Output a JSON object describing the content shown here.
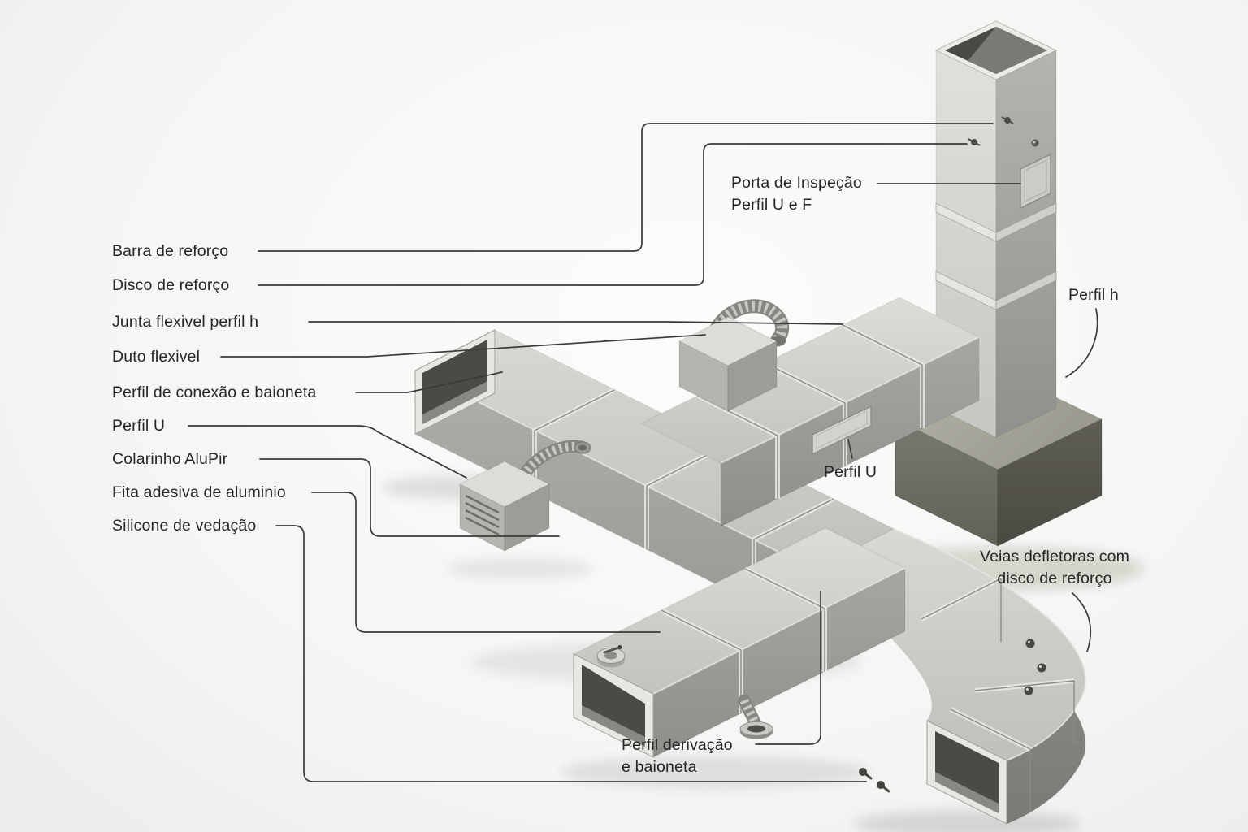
{
  "callouts": {
    "barra": "Barra de reforço",
    "disco": "Disco de reforço",
    "junta": "Junta flexivel perfil h",
    "duto": "Duto flexivel",
    "conexao": "Perfil de conexão e baioneta",
    "perfil_u_esquerda": "Perfil U",
    "colarinho": "Colarinho AluPir",
    "fita": "Fita adesiva de aluminio",
    "silicone": "Silicone de vedação",
    "porta_linha1": "Porta de Inspeção",
    "porta_linha2": "Perfil U e F",
    "perfil_h": "Perfil h",
    "perfil_u_duto": "Perfil U",
    "veias_linha1": "Veias defletoras com",
    "veias_linha2": "disco de reforço",
    "derivacao_linha1": "Perfil derivação",
    "derivacao_linha2": "e baioneta"
  },
  "colors": {
    "background": "#f6f6f4",
    "text": "#262626",
    "leader_line": "#3a3a3a",
    "duct_light": "#d8d8d4",
    "duct_mid": "#a6a6a2",
    "duct_dark": "#8e8e8a",
    "duct_interior": "#4c4a46",
    "concrete": "#6f6e64"
  }
}
